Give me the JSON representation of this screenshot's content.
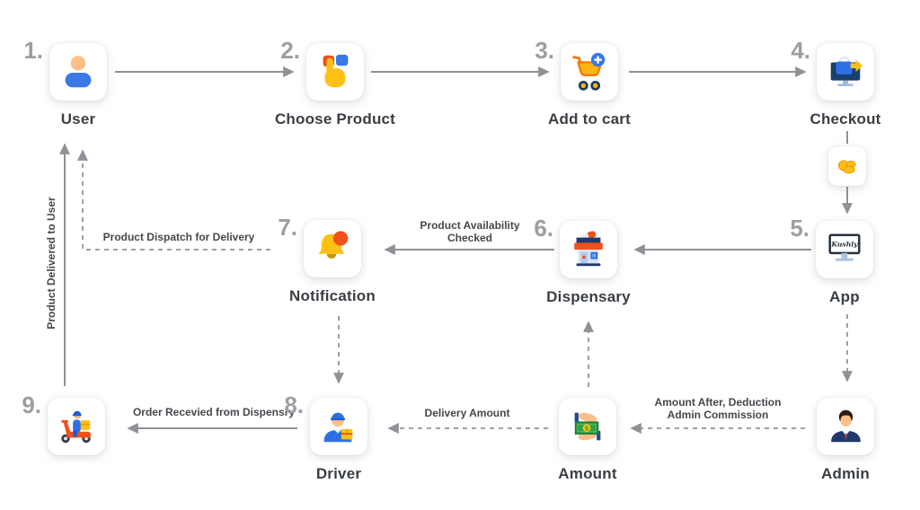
{
  "diagram": {
    "title_hint": "delivery app order flow",
    "app_logo": "Kushly",
    "currency_symbol": "$",
    "nodes": [
      {
        "id": "user",
        "number": "1.",
        "label": "User"
      },
      {
        "id": "choose-product",
        "number": "2.",
        "label": "Choose Product"
      },
      {
        "id": "add-to-cart",
        "number": "3.",
        "label": "Add to cart"
      },
      {
        "id": "checkout",
        "number": "4.",
        "label": "Checkout"
      },
      {
        "id": "payment-coins",
        "number": "",
        "label": ""
      },
      {
        "id": "app",
        "number": "5.",
        "label": "App"
      },
      {
        "id": "dispensary",
        "number": "6.",
        "label": "Dispensary"
      },
      {
        "id": "notification",
        "number": "7.",
        "label": "Notification"
      },
      {
        "id": "driver",
        "number": "8.",
        "label": "Driver"
      },
      {
        "id": "delivery-scooter",
        "number": "9.",
        "label": ""
      },
      {
        "id": "amount",
        "number": "",
        "label": "Amount"
      },
      {
        "id": "admin",
        "number": "",
        "label": "Admin"
      }
    ],
    "edge_labels": {
      "product_delivered": "Product Delivered to User",
      "product_dispatch": "Product Dispatch for Delivery",
      "availability_line1": "Product Availability",
      "availability_line2": "Checked",
      "order_received": "Order Recevied from Dispensry",
      "delivery_amount": "Delivery Amount",
      "amount_after_line1": "Amount After, Deduction",
      "amount_after_line2": "Admin Commission"
    }
  },
  "palette": {
    "arrow_gray": "#8e9196",
    "number_gray": "#9b9ea3",
    "label_dark": "#3a3f45",
    "edge_label_dark": "#45484d",
    "brand_blue": "#3b78e8",
    "gold": "#fdc116",
    "orange_red": "#f1511b",
    "navy": "#1e3a6d",
    "money_green": "#2f9e44",
    "skin": "#fdbe87"
  }
}
